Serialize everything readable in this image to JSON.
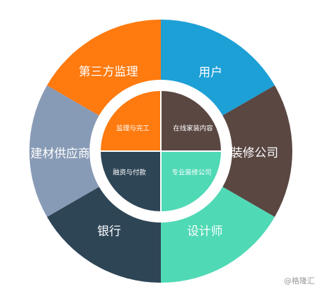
{
  "outer_ring": {
    "segments": [
      {
        "label": "用户",
        "color": "#1DA0D6"
      },
      {
        "label": "装修公司",
        "color": "#5A4742"
      },
      {
        "label": "设计师",
        "color": "#4FD9B5"
      },
      {
        "label": "银行",
        "color": "#2E4556"
      },
      {
        "label": "建材供应商",
        "color": "#889BB6"
      },
      {
        "label": "第三方监理",
        "color": "#FF7A0F"
      }
    ]
  },
  "inner_circle": {
    "quadrants": [
      {
        "label": "在线家装内容",
        "color": "#5A4742"
      },
      {
        "label": "专业装修公司",
        "color": "#4FD9B5"
      },
      {
        "label": "融资与付款",
        "color": "#2E4556"
      },
      {
        "label": "监理与完工",
        "color": "#FF7A0F"
      }
    ]
  },
  "watermark": {
    "text": "@格隆汇"
  }
}
